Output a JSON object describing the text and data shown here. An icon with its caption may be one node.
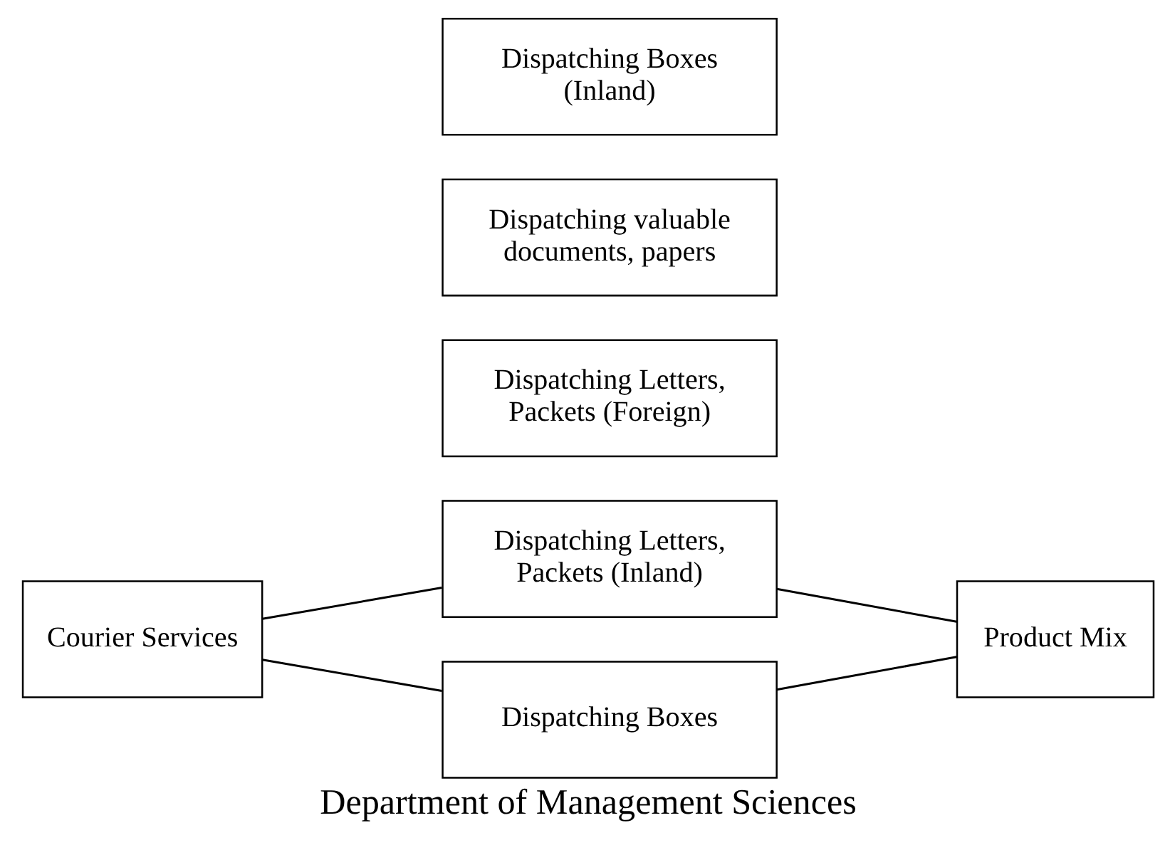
{
  "diagram": {
    "caption": "Department of Management Sciences",
    "nodes": [
      {
        "text": [
          "Courier Services"
        ]
      },
      {
        "text": [
          "Dispatching Letters, Packets (Inland)"
        ]
      },
      {
        "text": [
          "Dispatching Letters, Packets (Foreign)"
        ]
      },
      {
        "text": [
          "Dispatching valuable documents, papers"
        ]
      },
      {
        "text": [
          "Dispatching Boxes (Inland)"
        ]
      },
      {
        "text": [
          "Dispatching Boxes"
        ]
      },
      {
        "text": [
          "Product Mix"
        ]
      }
    ],
    "edges": [
      {
        "from": 0,
        "to": 1,
        "arrow": "none"
      },
      {
        "from": 0,
        "to": 5,
        "arrow": "none"
      },
      {
        "from": 1,
        "to": 6,
        "arrow": "none"
      },
      {
        "from": 5,
        "to": 6,
        "arrow": "none"
      }
    ]
  }
}
